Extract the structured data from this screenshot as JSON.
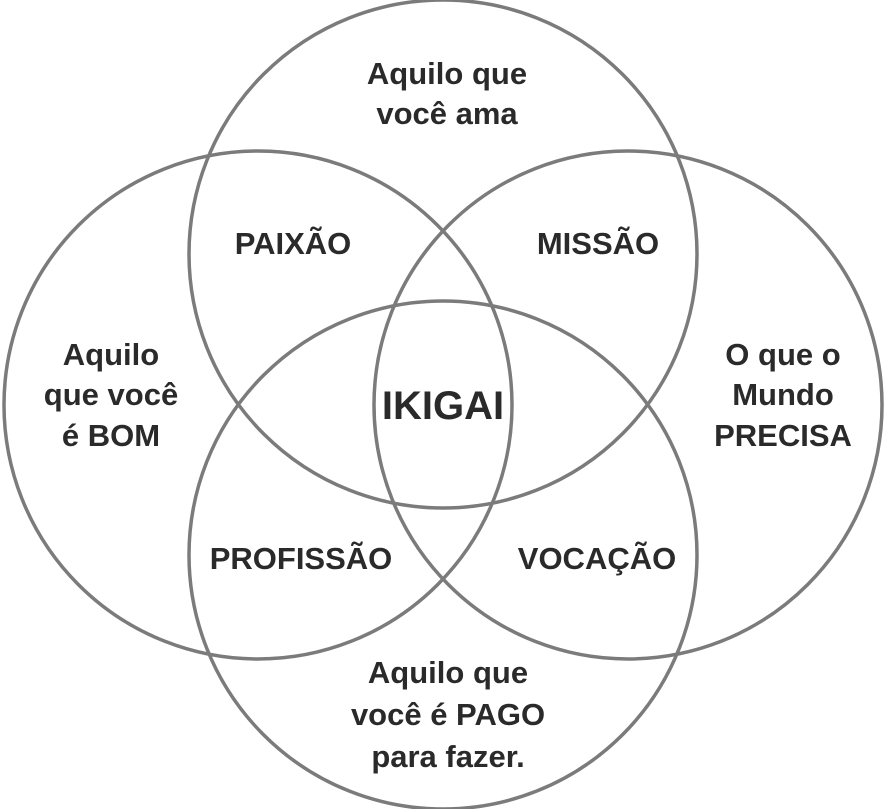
{
  "diagram": {
    "circles": {
      "top": [
        "Aquilo que",
        "você ama"
      ],
      "left": [
        "Aquilo",
        "que você",
        "é BOM"
      ],
      "right": [
        "O que o",
        "Mundo",
        "PRECISA"
      ],
      "bottom": [
        "Aquilo que",
        "você é PAGO",
        "para fazer."
      ]
    },
    "overlaps": {
      "top_left": "PAIXÃO",
      "top_right": "MISSÃO",
      "bottom_left": "PROFISSÃO",
      "bottom_right": "VOCAÇÃO",
      "center": "IKIGAI"
    },
    "colors": {
      "stroke": "#7b7b7b",
      "text": "#2a2a2a",
      "background": "#ffffff"
    }
  }
}
